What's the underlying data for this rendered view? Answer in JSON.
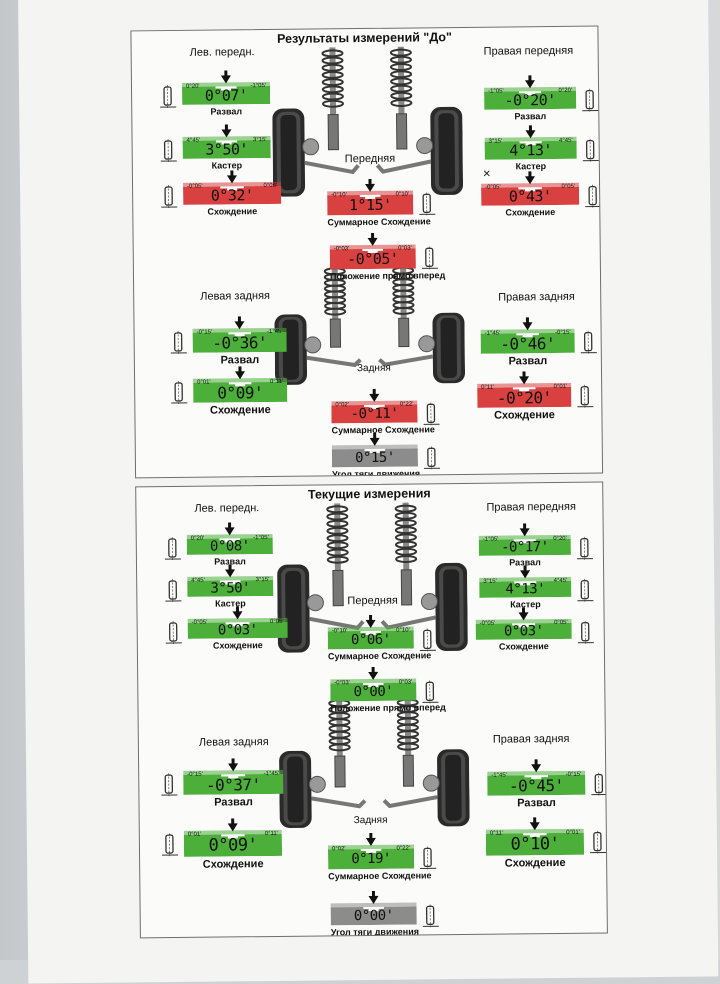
{
  "colors": {
    "green": "#4caf3a",
    "red": "#d94040",
    "gray": "#8c8c8c",
    "green_dark": "#2f8a26",
    "red_dark": "#b52b2b"
  },
  "before": {
    "title": "Результаты измерений \"До\"",
    "front_axle_label": "Передняя",
    "rear_axle_label": "Задняя",
    "front_left_title": "Лев. передн.",
    "front_right_title": "Правая передняя",
    "rear_left_title": "Левая задняя",
    "rear_right_title": "Правая задняя",
    "fl_camber": {
      "value": "0°07'",
      "min": "0°20'",
      "max": "-1°05'",
      "label": "Развал",
      "status": "green"
    },
    "fl_caster": {
      "value": "3°50'",
      "min": "4°45'",
      "max": "3°15'",
      "label": "Кастер",
      "status": "green"
    },
    "fl_toe": {
      "value": "0°32'",
      "min": "-0°05'",
      "max": "0°05'",
      "label": "Схождение",
      "status": "red"
    },
    "fr_camber": {
      "value": "-0°20'",
      "min": "-1°05'",
      "max": "0°20'",
      "label": "Развал",
      "status": "green"
    },
    "fr_caster": {
      "value": "4°13'",
      "min": "3°15'",
      "max": "4°45'",
      "label": "Кастер",
      "status": "green"
    },
    "fr_toe": {
      "value": "0°43'",
      "min": "-0°05'",
      "max": "0°05'",
      "label": "Схождение",
      "status": "red",
      "mark": "×"
    },
    "front_total_toe": {
      "value": "1°15'",
      "min": "-0°10'",
      "max": "0°10'",
      "label": "Суммарное Схождение",
      "status": "red"
    },
    "straight_ahead": {
      "value": "-0°05'",
      "min": "-0°03'",
      "max": "0°03'",
      "label": "Положение прямо вперед",
      "status": "red"
    },
    "rl_camber": {
      "value": "-0°36'",
      "min": "-0°15'",
      "max": "-1°45'",
      "label": "Развал",
      "status": "green"
    },
    "rl_toe": {
      "value": "0°09'",
      "min": "0°01'",
      "max": "0°11'",
      "label": "Схождение",
      "status": "green"
    },
    "rr_camber": {
      "value": "-0°46'",
      "min": "-1°45'",
      "max": "-0°15'",
      "label": "Развал",
      "status": "green"
    },
    "rr_toe": {
      "value": "-0°20'",
      "min": "0°11'",
      "max": "0°01'",
      "label": "Схождение",
      "status": "red"
    },
    "rear_total_toe": {
      "value": "-0°11'",
      "min": "0°02'",
      "max": "0°22'",
      "label": "Суммарное Схождение",
      "status": "red"
    },
    "thrust_angle": {
      "value": "0°15'",
      "min": "",
      "max": "",
      "label": "Угол тяги движения",
      "status": "gray"
    }
  },
  "current": {
    "title": "Текущие измерения",
    "front_axle_label": "Передняя",
    "rear_axle_label": "Задняя",
    "front_left_title": "Лев. передн.",
    "front_right_title": "Правая передняя",
    "rear_left_title": "Левая задняя",
    "rear_right_title": "Правая задняя",
    "fl_camber": {
      "value": "0°08'",
      "min": "0°20'",
      "max": "-1°05'",
      "label": "Развал",
      "status": "green"
    },
    "fl_caster": {
      "value": "3°50'",
      "min": "4°45'",
      "max": "3°15'",
      "label": "Кастер",
      "status": "green"
    },
    "fl_toe": {
      "value": "0°03'",
      "min": "-0°05'",
      "max": "0°05'",
      "label": "Схождение",
      "status": "green"
    },
    "fr_camber": {
      "value": "-0°17'",
      "min": "-1°05'",
      "max": "0°20'",
      "label": "Развал",
      "status": "green"
    },
    "fr_caster": {
      "value": "4°13'",
      "min": "3°15'",
      "max": "4°45'",
      "label": "Кастер",
      "status": "green"
    },
    "fr_toe": {
      "value": "0°03'",
      "min": "-0°05'",
      "max": "0°05'",
      "label": "Схождение",
      "status": "green"
    },
    "front_total_toe": {
      "value": "0°06'",
      "min": "-0°10'",
      "max": "0°10'",
      "label": "Суммарное Схождение",
      "status": "green"
    },
    "straight_ahead": {
      "value": "0°00'",
      "min": "-0°03'",
      "max": "0°03'",
      "label": "Положение прямо вперед",
      "status": "green"
    },
    "rl_camber": {
      "value": "-0°37'",
      "min": "-0°15'",
      "max": "-1°45'",
      "label": "Развал",
      "status": "green"
    },
    "rl_toe": {
      "value": "0°09'",
      "min": "0°01'",
      "max": "0°11'",
      "label": "Схождение",
      "status": "green"
    },
    "rr_camber": {
      "value": "-0°45'",
      "min": "-1°45'",
      "max": "-0°15'",
      "label": "Развал",
      "status": "green"
    },
    "rr_toe": {
      "value": "0°10'",
      "min": "0°11'",
      "max": "0°01'",
      "label": "Схождение",
      "status": "green"
    },
    "rear_total_toe": {
      "value": "0°19'",
      "min": "0°02'",
      "max": "0°22'",
      "label": "Суммарное Схождение",
      "status": "green"
    },
    "thrust_angle": {
      "value": "0°00'",
      "min": "",
      "max": "",
      "label": "Угол тяги движения",
      "status": "gray"
    }
  }
}
